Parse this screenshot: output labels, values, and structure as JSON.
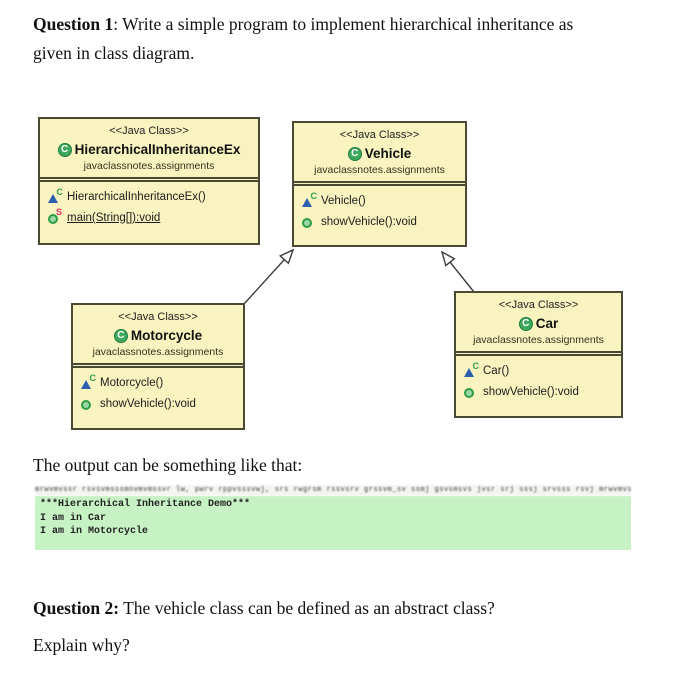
{
  "question1": {
    "label": "Question 1",
    "line1_rest": ": Write a simple program to implement hierarchical inheritance as",
    "line2": "given in class diagram."
  },
  "diagram": {
    "stereotype": "<<Java Class>>",
    "package": "javaclassnotes.assignments",
    "icon_glyphs": {
      "class": "C",
      "constructor_sup": "C",
      "static_sup": "S"
    },
    "classes": [
      {
        "name": "HierarchicalInheritanceEx",
        "members": [
          {
            "kind": "constructor",
            "label": "HierarchicalInheritanceEx()"
          },
          {
            "kind": "static-method",
            "label": "main(String[]):void"
          }
        ]
      },
      {
        "name": "Vehicle",
        "members": [
          {
            "kind": "constructor",
            "label": "Vehicle()"
          },
          {
            "kind": "method",
            "label": "showVehicle():void"
          }
        ]
      },
      {
        "name": "Motorcycle",
        "members": [
          {
            "kind": "constructor",
            "label": "Motorcycle()"
          },
          {
            "kind": "method",
            "label": "showVehicle():void"
          }
        ]
      },
      {
        "name": "Car",
        "members": [
          {
            "kind": "constructor",
            "label": "Car()"
          },
          {
            "kind": "method",
            "label": "showVehicle():void"
          }
        ]
      }
    ],
    "relations": [
      {
        "from": "Motorcycle",
        "to": "Vehicle",
        "type": "generalization"
      },
      {
        "from": "Car",
        "to": "Vehicle",
        "type": "generalization"
      }
    ]
  },
  "output_section": {
    "intro": "The output can be something like that:",
    "console": {
      "illegible_line": "mrwvmvssr rsvsvmsssmnvmvmssvr lw, pwrv rppvsssvwj, srs rwgrsm rssvsrv grssvm_sv ssmj gsvsmsvs jvsr srj sssj srvsss rsvj mrwvmvssr rsvsvmsssmnvmvmssvr lw, pwrv rppvsssvwj",
      "lines": [
        "***Hierarchical Inheritance Demo***",
        "I am in Car",
        "I am in Motorcycle"
      ]
    }
  },
  "question2": {
    "label": "Question 2:",
    "line1_rest": " The vehicle class can be defined as an abstract class?",
    "line2": "Explain why?"
  },
  "colors": {
    "box_fill": "#F9F3BF",
    "box_border": "#4a4936",
    "console_bg": "#C6F2C4",
    "class_icon_green": "#3DA95C",
    "constructor_blue": "#2B5FAE",
    "static_sup_pink": "#D6336C",
    "method_icon_green": "#2F9E44"
  }
}
